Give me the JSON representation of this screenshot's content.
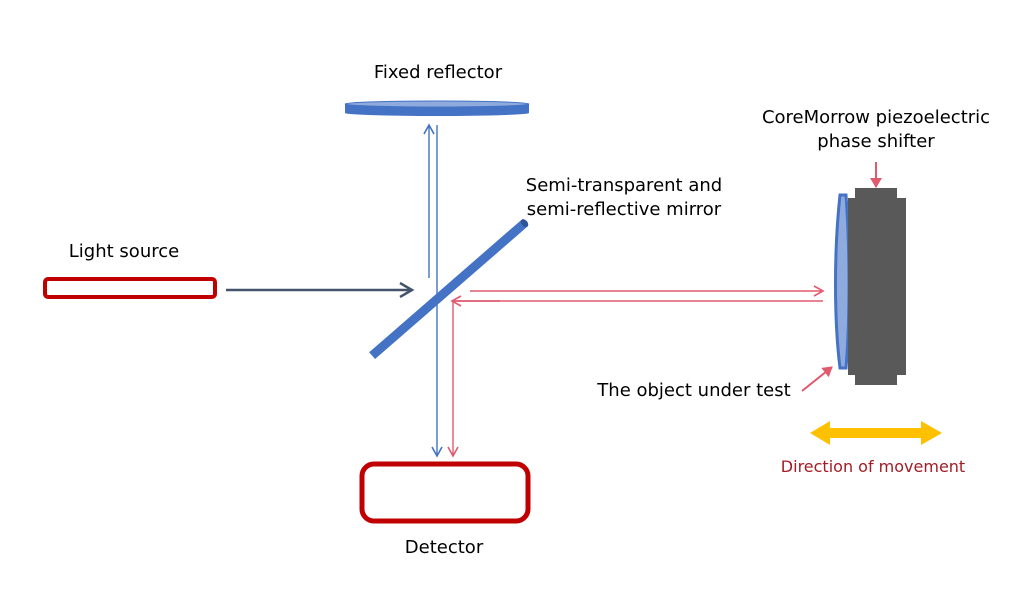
{
  "labels": {
    "fixed_reflector": "Fixed reflector",
    "phase_shifter_line1": "CoreMorrow piezoelectric",
    "phase_shifter_line2": "phase shifter",
    "mirror_line1": "Semi-transparent and",
    "mirror_line2": "semi-reflective mirror",
    "light_source": "Light source",
    "object_under_test": "The object under test",
    "direction_of_movement": "Direction of movement",
    "detector": "Detector"
  },
  "colors": {
    "component_blue": "#4472C4",
    "component_blue_light": "#8FAADC",
    "beam_blue": "#4472C4",
    "beam_red": "#E05A6E",
    "source_arrow": "#44546A",
    "box_red": "#C00000",
    "shifter_gray": "#595959",
    "movement_arrow": "#FFC000",
    "movement_text": "#A31B24"
  }
}
